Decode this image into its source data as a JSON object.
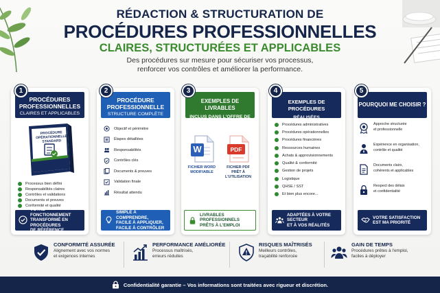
{
  "header": {
    "line1": "RÉDACTION & STRUCTURATION DE",
    "line2": "PROCÉDURES PROFESSIONNELLES",
    "line3": "CLAIRES, STRUCTURÉES ET APPLICABLES",
    "subtitle_1": "Des procédures sur mesure pour sécuriser vos processus,",
    "subtitle_2": "renforcer vos contrôles et améliorer la performance."
  },
  "cards": [
    {
      "number": "1",
      "title_1": "PROCÉDURES",
      "title_2": "PROFESSIONNELLES",
      "subtitle": "CLAIRES ET APPLICABLES",
      "book_title_1": "PROCÉDURE",
      "book_title_2": "OPÉRATIONNELLE",
      "book_title_3": "STANDARD",
      "items": [
        "Processus bien défini",
        "Responsabilités claires",
        "Contrôles et validations",
        "Documents et preuves",
        "Conformité et qualité"
      ],
      "footer_1": "VOTRE FONCTIONNEMENT",
      "footer_2": "TRANSFORMÉ EN PROCÉDURES",
      "footer_3": "DE RÉFÉRENCE"
    },
    {
      "number": "2",
      "title_1": "PROCÉDURE",
      "title_2": "PROFESSIONNELLE",
      "subtitle": "STRUCTURE COMPLÈTE",
      "items": [
        "Objectif et périmètre",
        "Étapes détaillées",
        "Responsabilités",
        "Contrôles clés",
        "Documents & preuves",
        "Validation finale",
        "Résultat attendu"
      ],
      "footer_1": "SIMPLE À COMPRENDRE,",
      "footer_2": "FACILE À APPLIQUER,",
      "footer_3": "FACILE À CONTRÔLER"
    },
    {
      "number": "3",
      "title_1": "EXEMPLES DE LIVRABLES",
      "subtitle": "INCLUS DANS L'OFFRE DE BASE",
      "word_icon": "W",
      "word_label_1": "FICHIER WORD",
      "word_label_2": "MODIFIABLE",
      "pdf_icon": "PDF",
      "pdf_label_1": "FICHIER PDF",
      "pdf_label_2": "PRÊT À L'UTILISATION",
      "footer_1": "LIVRABLES PROFESSIONNELS",
      "footer_2": "PRÊTS À L'EMPLOI"
    },
    {
      "number": "4",
      "title_1": "EXEMPLES DE PROCÉDURES",
      "subtitle": "RÉALISÉES",
      "items": [
        "Procédures administratives",
        "Procédures opérationnelles",
        "Procédures financières",
        "Ressources humaines",
        "Achats & approvisionnements",
        "Qualité & conformité",
        "Gestion de projets",
        "Logistique",
        "QHSE / SST",
        "Et bien plus encore..."
      ],
      "footer_1": "ADAPTÉES À VOTRE SECTEUR",
      "footer_2": "ET À VOS RÉALITÉS"
    },
    {
      "number": "5",
      "title_1": "POURQUOI ME CHOISIR ?",
      "reasons": [
        {
          "l1": "Approche structurée",
          "l2": "et professionnelle"
        },
        {
          "l1": "Expérience en organisation,",
          "l2": "contrôle et qualité"
        },
        {
          "l1": "Documents clairs,",
          "l2": "cohérents et applicables"
        },
        {
          "l1": "Respect des délais",
          "l2": "et confidentialité"
        }
      ],
      "footer_1": "VOTRE SATISFACTION",
      "footer_2": "EST MA PRIORITÉ"
    }
  ],
  "benefits": [
    {
      "title": "CONFORMITÉ ASSURÉE",
      "d1": "Alignement avec vos normes",
      "d2": "et exigences internes"
    },
    {
      "title": "PERFORMANCE AMÉLIORÉE",
      "d1": "Processus maîtrisés,",
      "d2": "erreurs réduites"
    },
    {
      "title": "RISQUES MAÎTRISÉS",
      "d1": "Meilleurs contrôles,",
      "d2": "traçabilité renforcée"
    },
    {
      "title": "GAIN DE TEMPS",
      "d1": "Procédures prêtes à l'emploi,",
      "d2": "faciles à déployer"
    }
  ],
  "footer": {
    "text": "Confidentialité garantie – Vos informations sont traitées avec rigueur et discrétion."
  },
  "colors": {
    "navy": "#15254a",
    "green": "#3a8a2e",
    "blue": "#1f5fb5",
    "word": "#2b5fb8",
    "pdf": "#d93a2b"
  }
}
